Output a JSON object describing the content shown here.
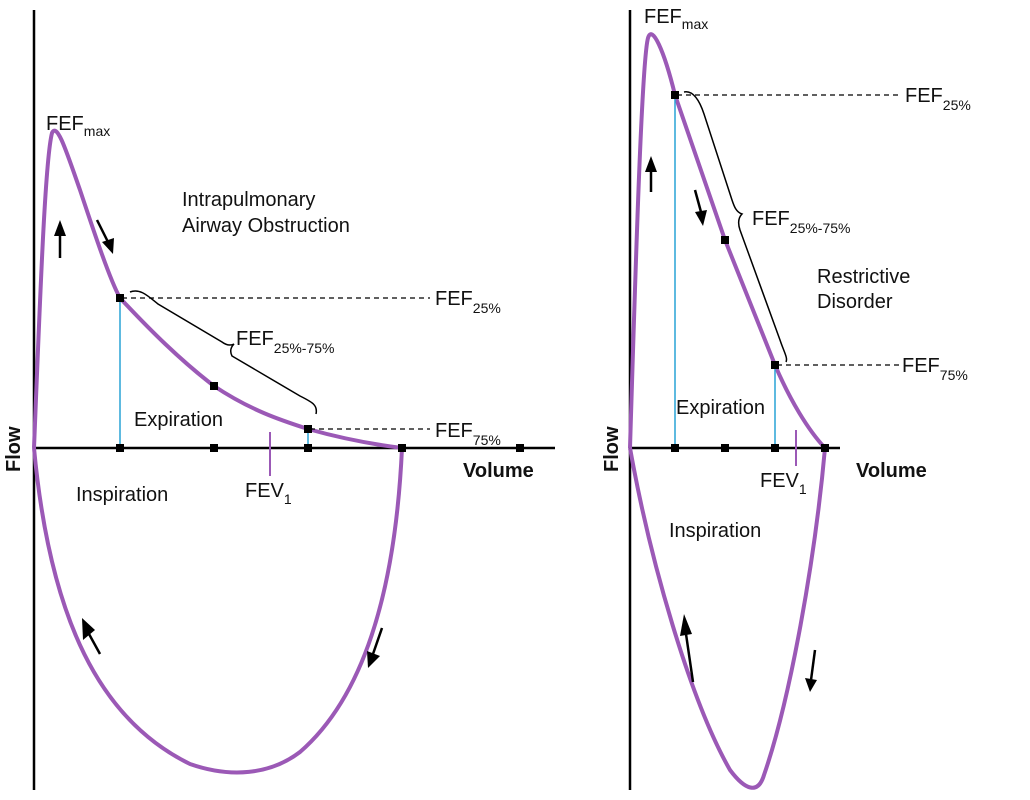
{
  "colors": {
    "curve": "#9b59b6",
    "drop_line": "#29a3d6",
    "axis": "#000000",
    "marker": "#000000",
    "text": "#111111"
  },
  "left_panel": {
    "description": "Intrapulmonary Airway Obstruction",
    "label_main": [
      "Intrapulmonary",
      "Airway Obstruction"
    ],
    "fefmax": {
      "base": "FEF",
      "sub": "max"
    },
    "fef25": {
      "base": "FEF",
      "sub": "25%"
    },
    "fef25_75": {
      "base": "FEF",
      "sub": "25%-75%"
    },
    "fef75": {
      "base": "FEF",
      "sub": "75%"
    },
    "fev1": {
      "base": "FEV",
      "sub": "1"
    },
    "expiration": "Expiration",
    "inspiration": "Inspiration",
    "x_axis": "Volume",
    "y_axis": "Flow"
  },
  "right_panel": {
    "label_main": [
      "Restrictive",
      "Disorder"
    ],
    "fefmax": {
      "base": "FEF",
      "sub": "max"
    },
    "fef25": {
      "base": "FEF",
      "sub": "25%"
    },
    "fef25_75": {
      "base": "FEF",
      "sub": "25%-75%"
    },
    "fef75": {
      "base": "FEF",
      "sub": "75%"
    },
    "fev1": {
      "base": "FEV",
      "sub": "1"
    },
    "expiration": "Expiration",
    "inspiration": "Inspiration",
    "x_axis": "Volume",
    "y_axis": "Flow"
  }
}
